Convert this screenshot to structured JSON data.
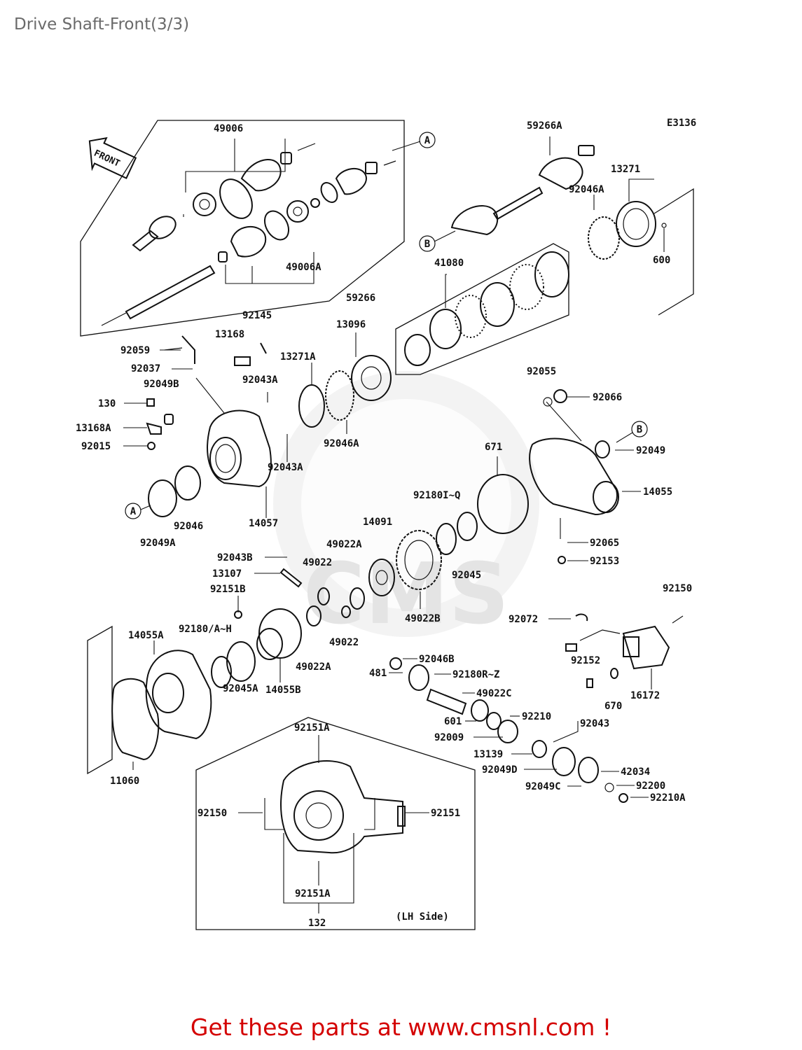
{
  "title": "Drive Shaft-Front(3/3)",
  "diagram_code": "E3136",
  "front_tag": "FRONT",
  "side_note": "(LH Side)",
  "cta": "Get these parts at www.cmsnl.com !",
  "watermark": "CMS",
  "callouts": {
    "a": "A",
    "b": "B"
  },
  "labels": {
    "p49006": "49006",
    "p59266A": "59266A",
    "p13271": "13271",
    "p92046A_top": "92046A",
    "p600": "600",
    "p49006A": "49006A",
    "p59266": "59266",
    "p41080": "41080",
    "p92145": "92145",
    "p13168": "13168",
    "p13096": "13096",
    "p92059": "92059",
    "p92037": "92037",
    "p13271A": "13271A",
    "p92049B": "92049B",
    "p92043A_1": "92043A",
    "p130": "130",
    "p13168A": "13168A",
    "p92015": "92015",
    "p92046A_mid": "92046A",
    "p92043A_2": "92043A",
    "p92055": "92055",
    "p92066": "92066",
    "p92049": "92049",
    "p671": "671",
    "p14055": "14055",
    "p92046": "92046",
    "p14057": "14057",
    "p92049A": "92049A",
    "p92180I_Q": "92180I~Q",
    "p14091": "14091",
    "p49022A_1": "49022A",
    "p92065": "92065",
    "p92153": "92153",
    "p92043B": "92043B",
    "p49022_1": "49022",
    "p13107": "13107",
    "p92045": "92045",
    "p92151B": "92151B",
    "p49022B": "49022B",
    "p92150_r": "92150",
    "p92072": "92072",
    "p92180A_H": "92180/A~H",
    "p14055A": "14055A",
    "p49022_2": "49022",
    "p49022A_2": "49022A",
    "p92046B": "92046B",
    "p481": "481",
    "p92180R_Z": "92180R~Z",
    "p14055B": "14055B",
    "p92152": "92152",
    "p670": "670",
    "p16172": "16172",
    "p92045A": "92045A",
    "p49022C": "49022C",
    "p601": "601",
    "p92210": "92210",
    "p92043": "92043",
    "p92009": "92009",
    "p92151A_top": "92151A",
    "p13139": "13139",
    "p42034": "42034",
    "p92049D": "92049D",
    "p92200": "92200",
    "p11060": "11060",
    "p92049C": "92049C",
    "p92210A": "92210A",
    "p92150_l": "92150",
    "p92151": "92151",
    "p92151A_bot": "92151A",
    "p132": "132"
  }
}
